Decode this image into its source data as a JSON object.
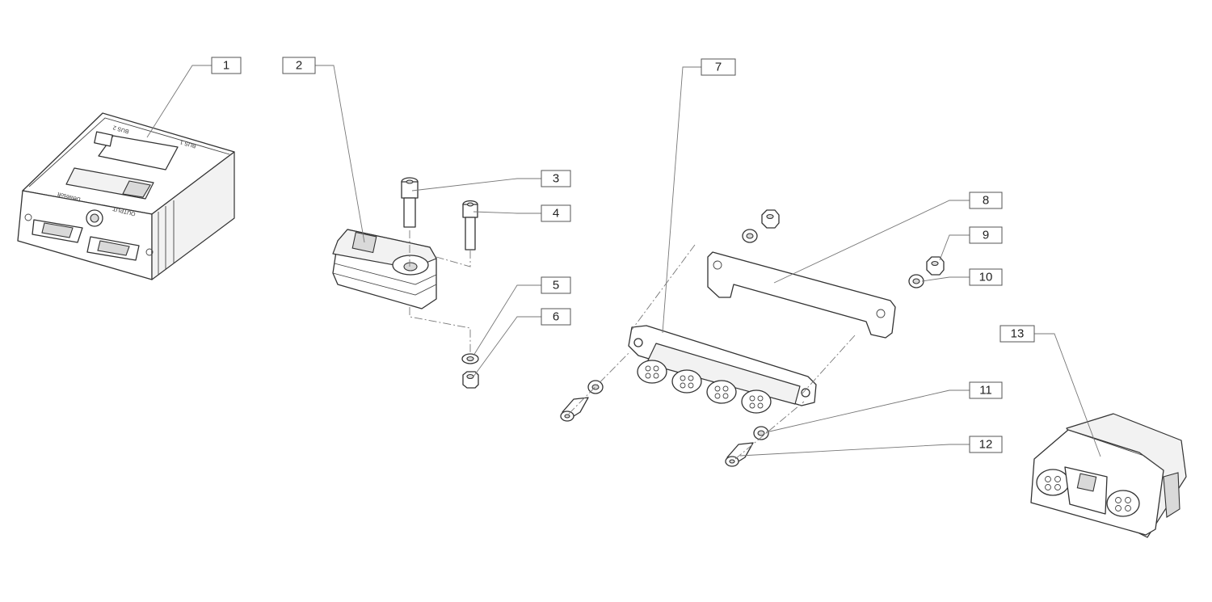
{
  "callouts": [
    {
      "id": "1",
      "label": "1"
    },
    {
      "id": "2",
      "label": "2"
    },
    {
      "id": "3",
      "label": "3"
    },
    {
      "id": "4",
      "label": "4"
    },
    {
      "id": "5",
      "label": "5"
    },
    {
      "id": "6",
      "label": "6"
    },
    {
      "id": "7",
      "label": "7"
    },
    {
      "id": "8",
      "label": "8"
    },
    {
      "id": "9",
      "label": "9"
    },
    {
      "id": "10",
      "label": "10"
    },
    {
      "id": "11",
      "label": "11"
    },
    {
      "id": "12",
      "label": "12"
    },
    {
      "id": "13",
      "label": "13"
    }
  ],
  "device_markings": {
    "bus2": "BUS 2",
    "bus1": "BUS 1",
    "output": "OUTPUT",
    "brand": "Dewesoft"
  },
  "colors": {
    "line": "#333333",
    "leader": "#777777",
    "label_border": "#555555"
  }
}
